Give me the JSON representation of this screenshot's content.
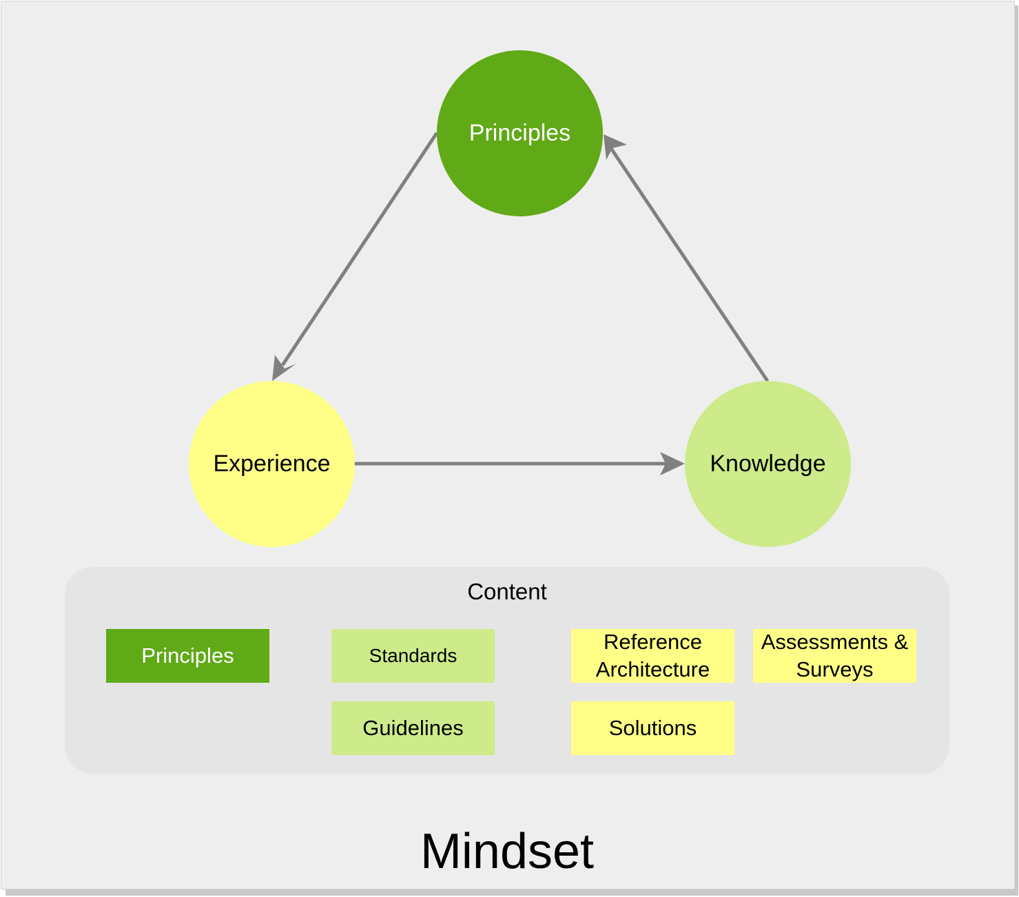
{
  "diagram": {
    "cycle": {
      "principles": "Principles",
      "experience": "Experience",
      "knowledge": "Knowledge"
    },
    "content": {
      "title": "Content",
      "items": {
        "principles": "Principles",
        "standards": "Standards",
        "guidelines": "Guidelines",
        "reference_architecture": "Reference\nArchitecture",
        "solutions": "Solutions",
        "assessments_surveys": "Assessments &\nSurveys"
      }
    },
    "footer_title": "Mindset"
  },
  "colors": {
    "background": "#eeeeee",
    "panel": "#e5e5e5",
    "dark_green": "#60a917",
    "light_green": "#cdeb8b",
    "yellow": "#ffff88",
    "arrow": "#808080"
  }
}
